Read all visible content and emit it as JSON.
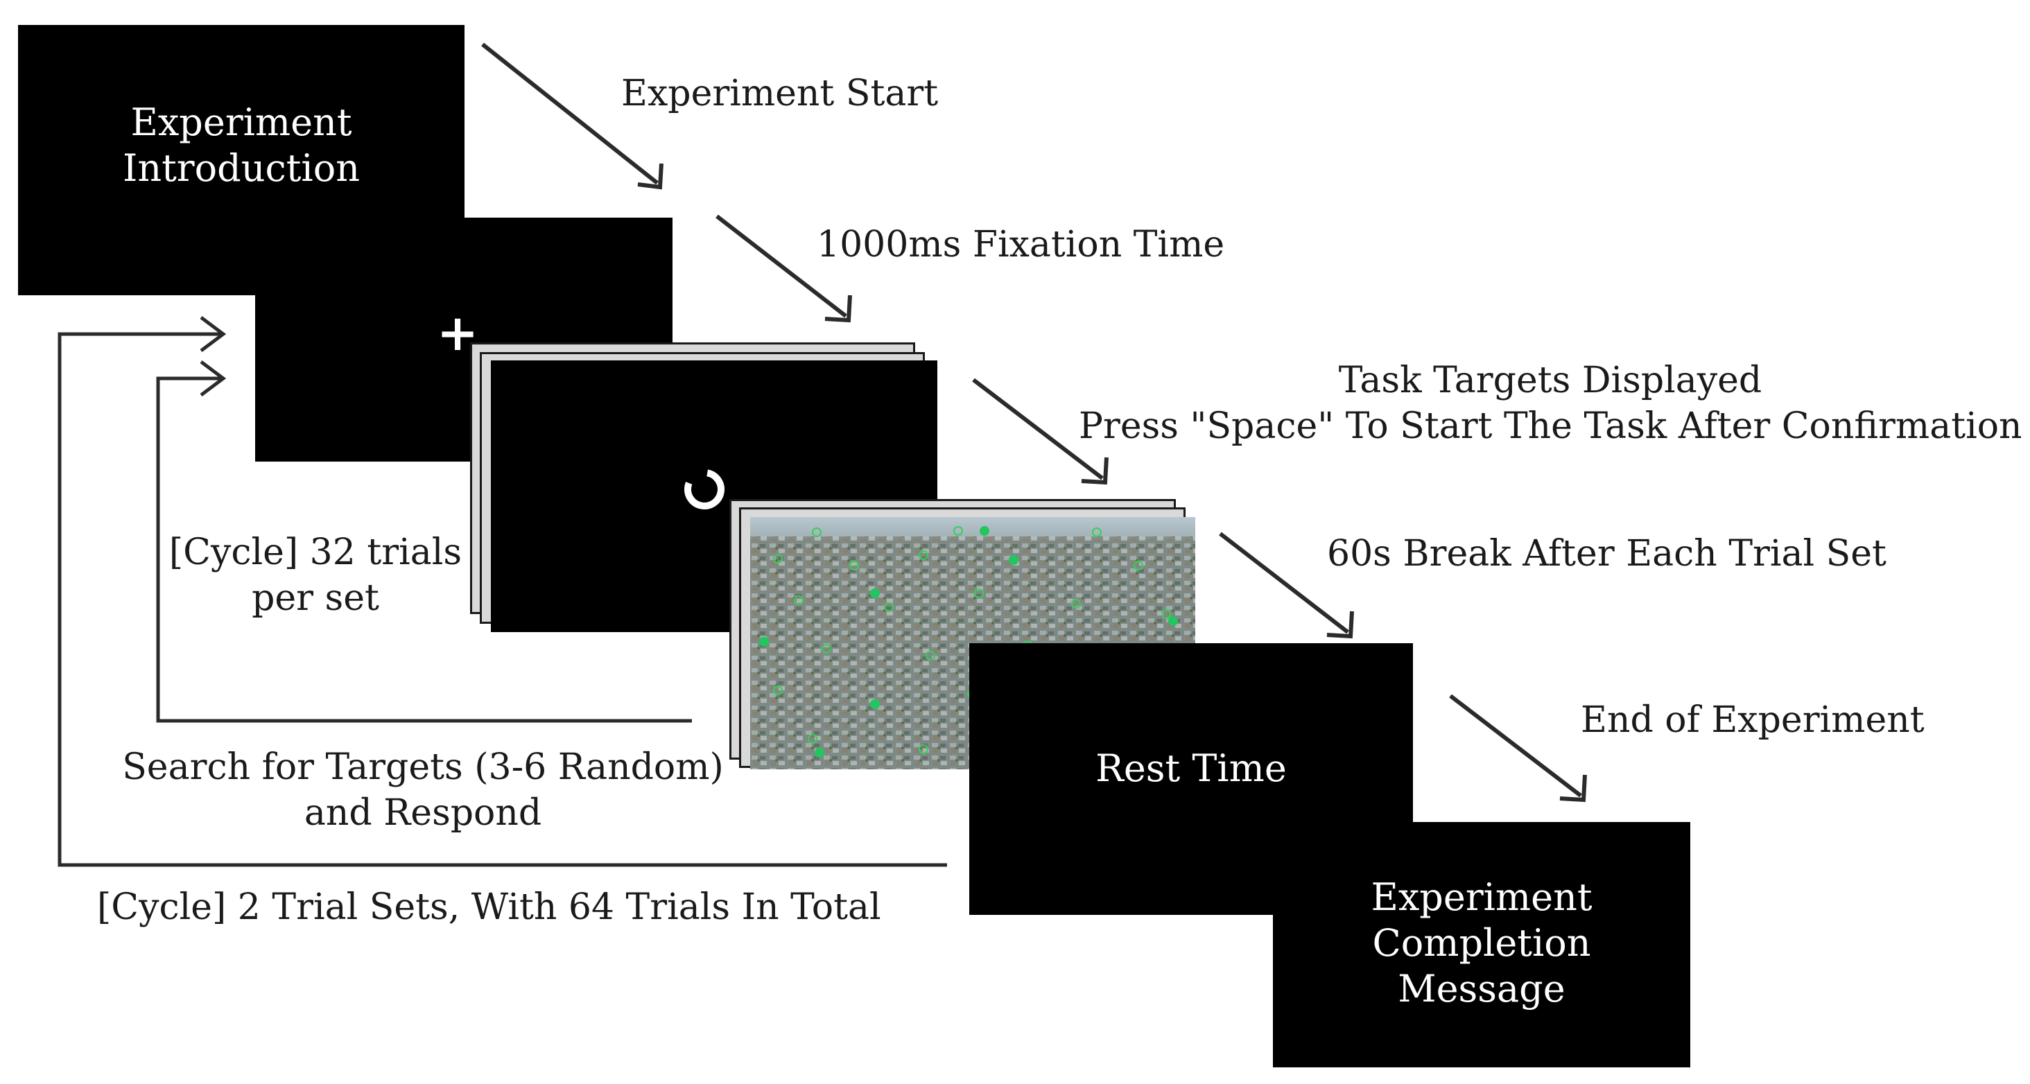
{
  "screens": {
    "intro": {
      "line1": "Experiment",
      "line2": "Introduction"
    },
    "fixation": {
      "symbol": "+"
    },
    "loading": {
      "icon": "loading-ring-icon"
    },
    "search": {
      "image": "aerial-town-photo-with-green-target-markers"
    },
    "rest": {
      "label": "Rest Time"
    },
    "completion": {
      "line1": "Experiment",
      "line2": "Completion",
      "line3": "Message"
    }
  },
  "steps": {
    "start": "Experiment Start",
    "fixation": "1000ms Fixation Time",
    "targets_line1": "Task Targets Displayed",
    "targets_line2": "Press \"Space\" To Start The Task After Confirmation",
    "break": "60s Break After Each Trial Set",
    "end": "End of Experiment"
  },
  "cycles": {
    "inner_line1": "[Cycle] 32 trials",
    "inner_line2": "per set",
    "search_line1": "Search for Targets (3-6 Random)",
    "search_line2": "and Respond",
    "outer": "[Cycle] 2 Trial Sets, With 64 Trials In Total"
  },
  "colors": {
    "screen": "#000000",
    "text": "#1a1a1a",
    "frame": "#d9d9d9",
    "target_marker": "#22c55e"
  }
}
